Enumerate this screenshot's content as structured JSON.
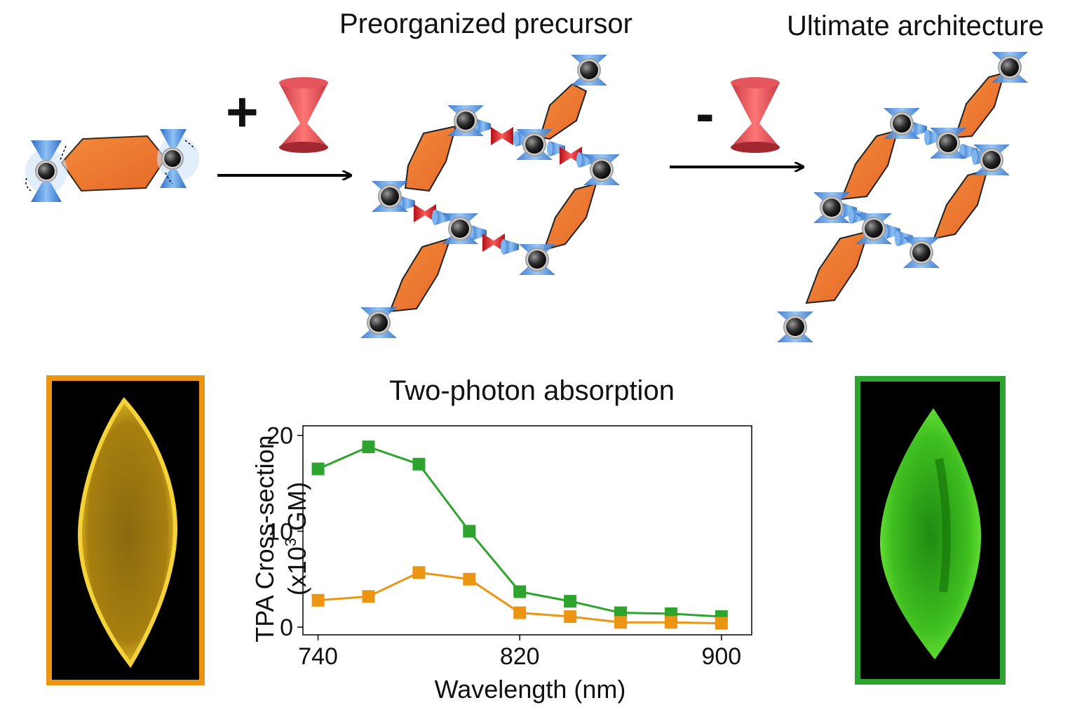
{
  "titles": {
    "precursor": "Preorganized precursor",
    "ultimate": "Ultimate architecture"
  },
  "reaction": {
    "add_sign": "+",
    "remove_sign": "-"
  },
  "colors": {
    "linker_orange": "#f07a30",
    "cone_blue": "#4f96e6",
    "template_red": "#e0202a",
    "frame_orange": "#eb9512",
    "frame_green": "#2ca42d"
  },
  "chart_data": {
    "type": "line",
    "title": "Two-photon absorption",
    "xlabel": "Wavelength (nm)",
    "ylabel": "TPA Cross-section",
    "ylabel_line2_prefix": "(x10",
    "ylabel_line2_sup": "3",
    "ylabel_line2_suffix": " GM)",
    "xlim": [
      734,
      912
    ],
    "ylim": [
      -0.8,
      21
    ],
    "xticks": [
      740,
      820,
      900
    ],
    "yticks": [
      0,
      10,
      20
    ],
    "x": [
      740,
      760,
      780,
      800,
      820,
      840,
      860,
      880,
      900
    ],
    "series": [
      {
        "color": "#2ca42d",
        "values": [
          16.5,
          18.8,
          17.0,
          10.0,
          3.7,
          2.7,
          1.5,
          1.4,
          1.1
        ]
      },
      {
        "color": "#eb9512",
        "values": [
          2.8,
          3.2,
          5.7,
          5.0,
          1.5,
          1.1,
          0.5,
          0.5,
          0.4
        ]
      }
    ]
  }
}
